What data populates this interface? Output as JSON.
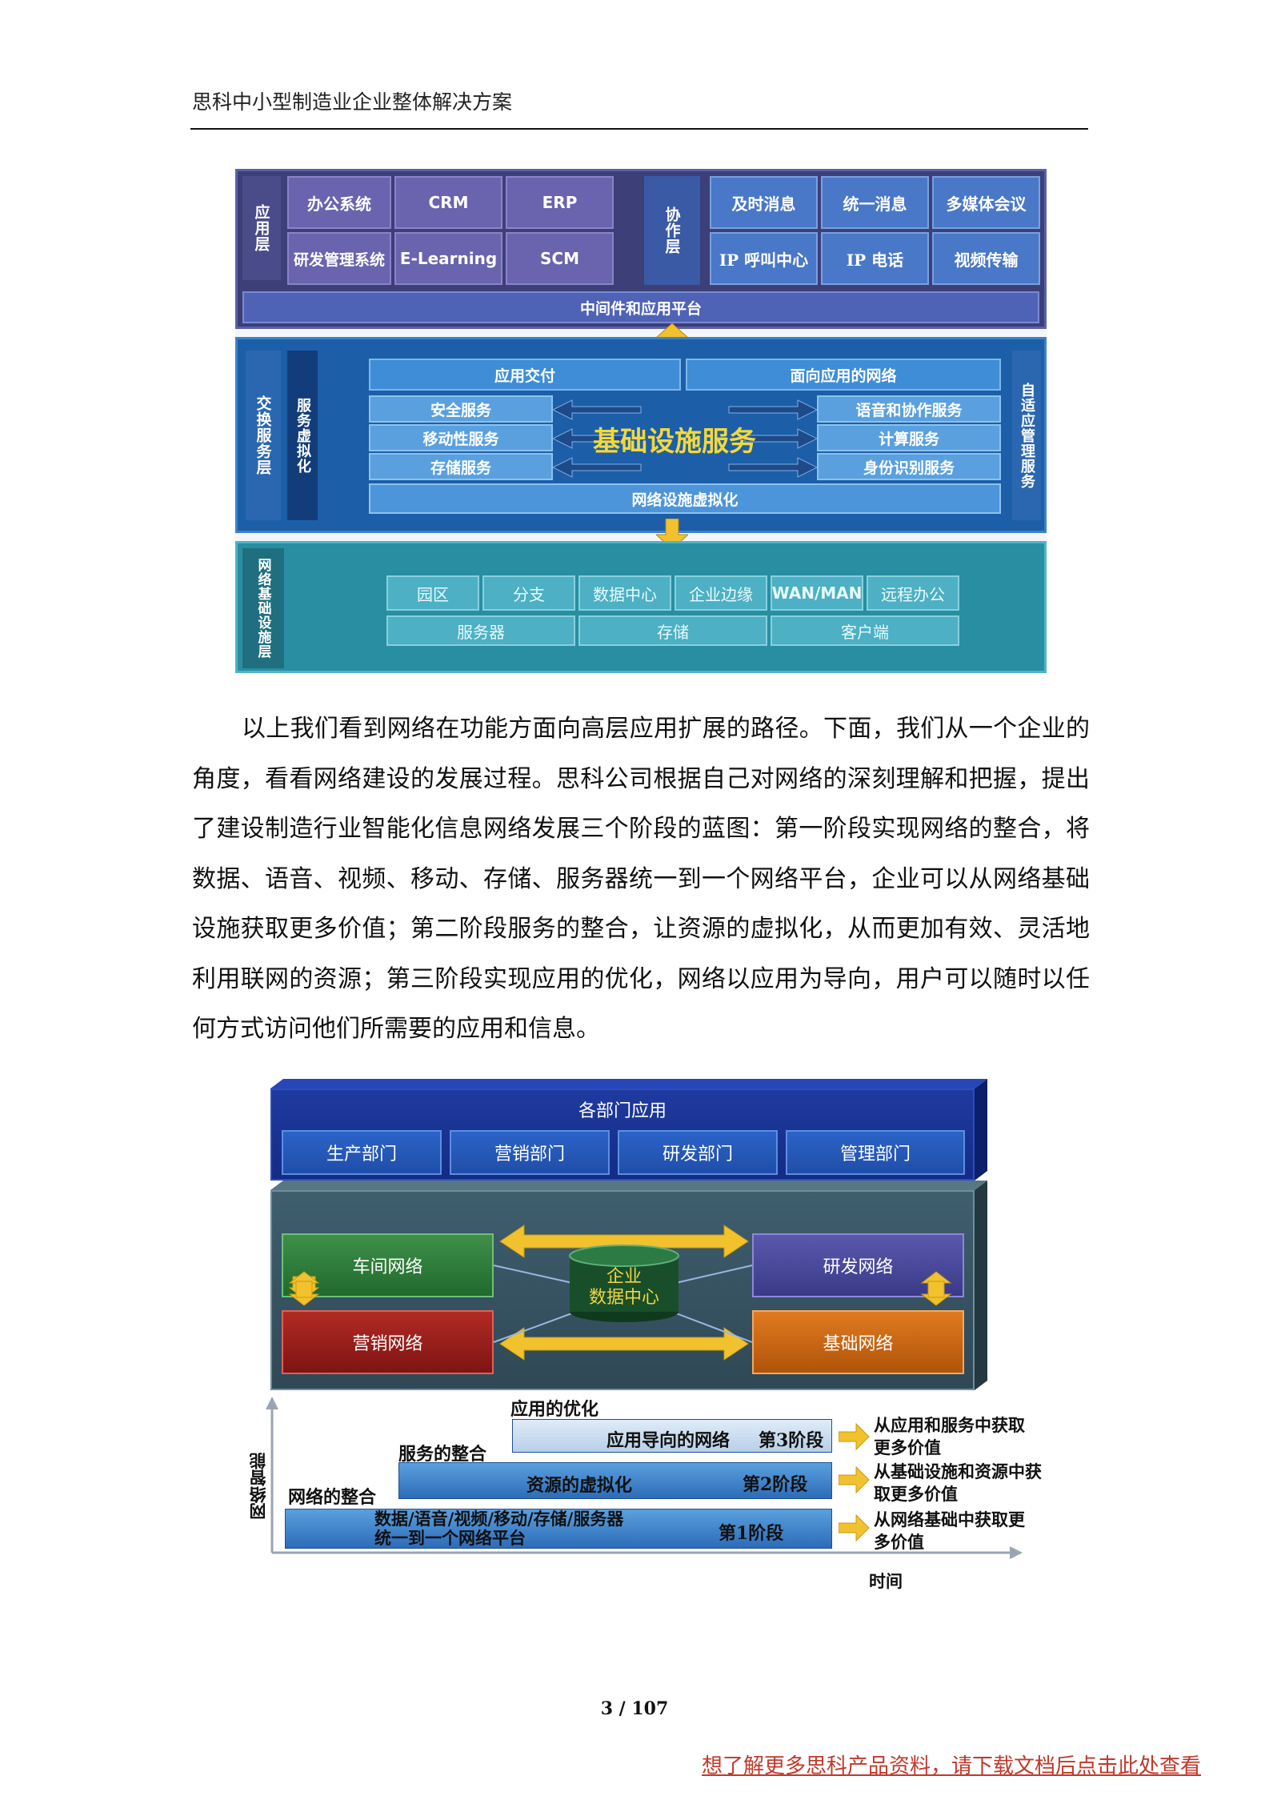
{
  "header": {
    "title": "思科中小型制造业企业整体解决方案"
  },
  "figure1": {
    "app_layer_label": "应用层",
    "collab_layer_label": "协作层",
    "app_cells": [
      "办公系统",
      "CRM",
      "ERP",
      "研发管理系统",
      "E-Learning",
      "SCM"
    ],
    "collab_cells": [
      "及时消息",
      "统一消息",
      "多媒体会议",
      "IP 呼叫中心",
      "IP 电话",
      "视频传输"
    ],
    "middleware": "中间件和应用平台",
    "service_layer_label": "交换服务层",
    "service_virtualization_label": "服务虚拟化",
    "adaptive_label": "自适应管理服务",
    "service_top": [
      "应用交付",
      "面向应用的网络"
    ],
    "service_left": [
      "安全服务",
      "移动性服务",
      "存储服务"
    ],
    "service_right": [
      "语音和协作服务",
      "计算服务",
      "身份识别服务"
    ],
    "service_center": "基础设施服务",
    "service_bottom": "网络设施虚拟化",
    "infra_layer_label": "网络基础设施层",
    "infra_row1": [
      "园区",
      "分支",
      "数据中心",
      "企业边缘",
      "WAN/MAN",
      "远程办公"
    ],
    "infra_row2": [
      "服务器",
      "存储",
      "客户端"
    ]
  },
  "paragraph": "以上我们看到网络在功能方面向高层应用扩展的路径。下面，我们从一个企业的角度，看看网络建设的发展过程。思科公司根据自己对网络的深刻理解和把握，提出了建设制造行业智能化信息网络发展三个阶段的蓝图：第一阶段实现网络的整合，将数据、语音、视频、移动、存储、服务器统一到一个网络平台，企业可以从网络基础设施获取更多价值；第二阶段服务的整合，让资源的虚拟化，从而更加有效、灵活地利用联网的资源；第三阶段实现应用的优化，网络以应用为导向，用户可以随时以任何方式访问他们所需要的应用和信息。",
  "figure2": {
    "dept_title": "各部门应用",
    "depts": [
      "生产部门",
      "营销部门",
      "研发部门",
      "管理部门"
    ],
    "networks": {
      "workshop": "车间网络",
      "sales": "营销网络",
      "rd": "研发网络",
      "base": "基础网络"
    },
    "datacenter": "企业\n数据中心",
    "stage3_title": "应用的优化",
    "stage2_title": "服务的整合",
    "stage1_title": "网络的整合",
    "stage3_bar": "应用导向的网络",
    "stage2_bar": "资源的虚拟化",
    "stage1_bar": "数据/语音/视频/移动/存储/服务器 统一到一个网络平台",
    "stage3_label": "第3阶段",
    "stage2_label": "第2阶段",
    "stage1_label": "第1阶段",
    "value3": "从应用和服务中获取更多价值",
    "value2": "从基础设施和资源中获取更多价值",
    "value1": "从网络基础中获取更多价值",
    "y_axis": "网络智能",
    "x_axis": "时间"
  },
  "page_number": "3 / 107",
  "footer_link": "想了解更多思科产品资料，请下载文档后点击此处查看",
  "colors": {
    "arrow_gold": "#f2c12e",
    "link_red": "#c0392b"
  }
}
